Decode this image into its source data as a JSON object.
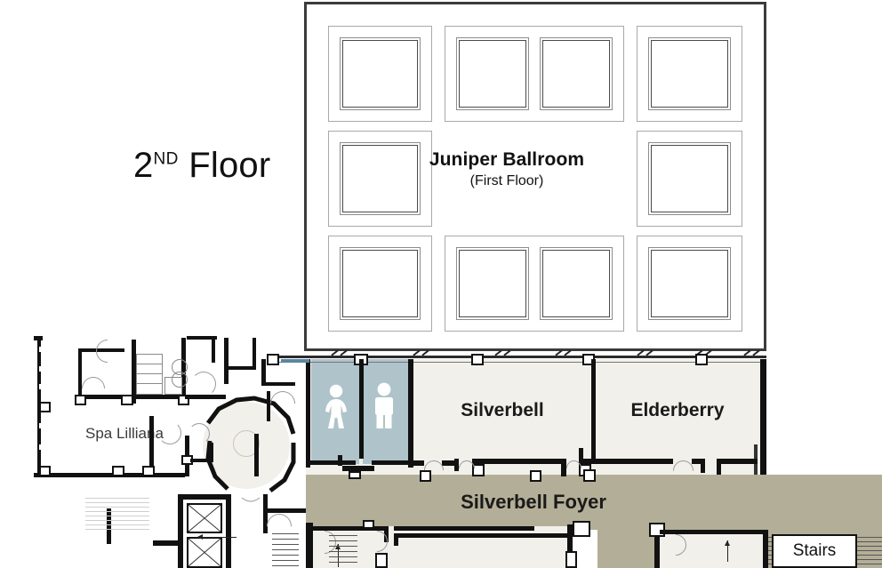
{
  "title": {
    "number": "2",
    "ordinal": "ND",
    "word": "Floor"
  },
  "ballroom": {
    "name": "Juniper Ballroom",
    "sublabel": "(First Floor)"
  },
  "rooms": {
    "silverbell": "Silverbell",
    "elderberry": "Elderberry",
    "foyer": "Silverbell Foyer",
    "spa": "Spa Lilliana",
    "stairs": "Stairs"
  },
  "icons": {
    "womens_restroom": "womens-restroom-icon",
    "mens_restroom": "mens-restroom-icon",
    "elevator": "elevator-icon",
    "stairs": "stairs-icon",
    "direction_arrow": "direction-arrow-icon"
  },
  "colors": {
    "room_fill": "#f2f0ea",
    "foyer_fill": "#b3ae97",
    "restroom_fill": "#afc3cb",
    "wall": "#111111",
    "ballroom_border": "#3b3b3b",
    "panel_line": "#a9a9a9",
    "text": "#1a1a1a"
  }
}
